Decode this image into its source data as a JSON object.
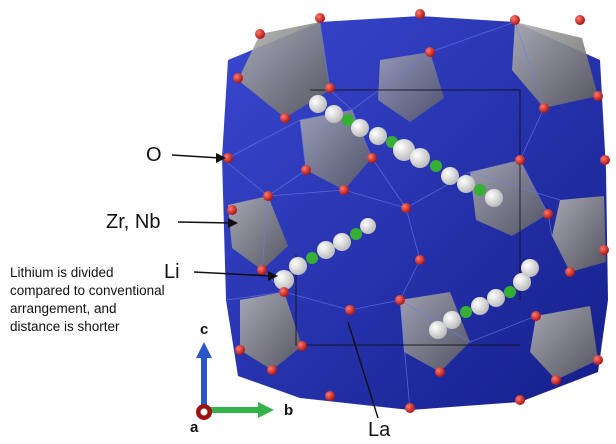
{
  "labels": {
    "oxygen": "O",
    "zr_nb": "Zr, Nb",
    "lithium": "Li",
    "lanthanum": "La"
  },
  "note": [
    "Lithium is divided",
    "compared to conventional",
    "arrangement, and",
    "distance is shorter"
  ],
  "axes": {
    "c": "c",
    "b": "b",
    "a": "a"
  },
  "colors": {
    "la_polyhedra": "#1f2fb0",
    "zr_nb_octahedra": "#8a8a8a",
    "oxygen_atoms": "#d0201e",
    "lithium_atoms": "#eeeeee",
    "lithium_sites": "#35b035",
    "axis_c": "#2a57c7",
    "axis_b": "#33b34a",
    "axis_a": "#a01010"
  }
}
